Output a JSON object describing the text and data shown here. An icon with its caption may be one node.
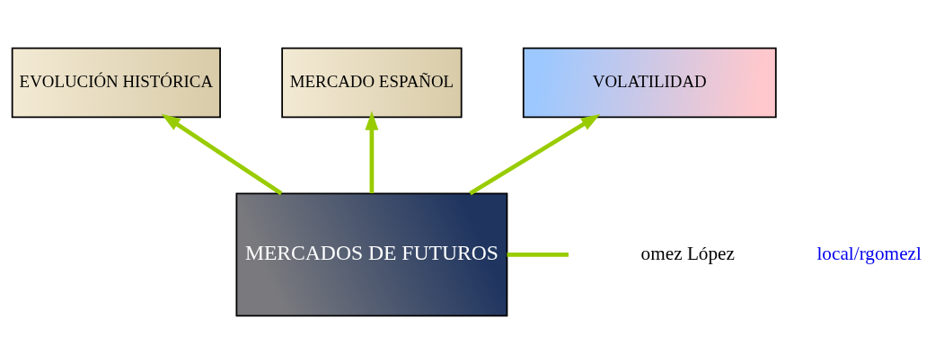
{
  "diagram": {
    "nodes": [
      {
        "text": [
          "EVOLUCIÓN HISTÓRICA"
        ]
      },
      {
        "text": [
          "MERCADO ESPAÑOL"
        ]
      },
      {
        "text": [
          "VOLATILIDAD"
        ]
      },
      {
        "text": [
          "MERCADOS DE FUTUROS"
        ]
      }
    ],
    "edges": [
      {
        "from": 3,
        "to": 0,
        "arrow": "to"
      },
      {
        "from": 3,
        "to": 1,
        "arrow": "to"
      },
      {
        "from": 3,
        "to": 2,
        "arrow": "to"
      },
      {
        "from": 3,
        "to": null,
        "arrow": "none"
      }
    ],
    "labels": [
      "omez López",
      "local/rgomezl"
    ]
  }
}
